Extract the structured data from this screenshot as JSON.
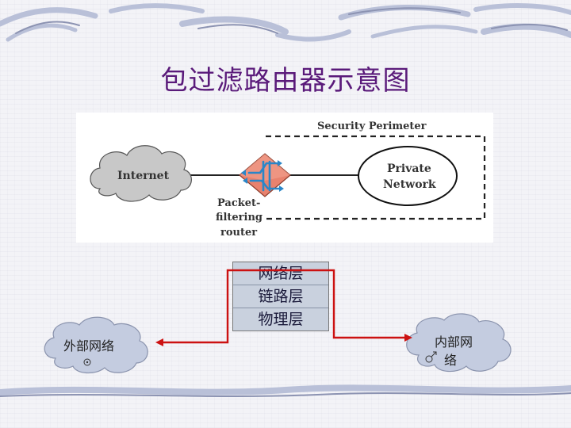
{
  "title": "包过滤路由器示意图",
  "figure": {
    "security_perimeter": "Security Perimeter",
    "internet": "Internet",
    "private_network_line1": "Private",
    "private_network_line2": "Network",
    "router_line1": "Packet-",
    "router_line2": "filtering",
    "router_line3": "router"
  },
  "layers": [
    "网络层",
    "链路层",
    "物理层"
  ],
  "external_network": "外部网络",
  "internal_network_line1": "内部网",
  "internal_network_line2": "络",
  "colors": {
    "title": "#5a1a7a",
    "path_line": "#cc1111",
    "router_box": "#e8826e",
    "router_arrows": "#2a86c8",
    "layer_bg": "#c9d1de",
    "cloud": "#c4cce0"
  }
}
